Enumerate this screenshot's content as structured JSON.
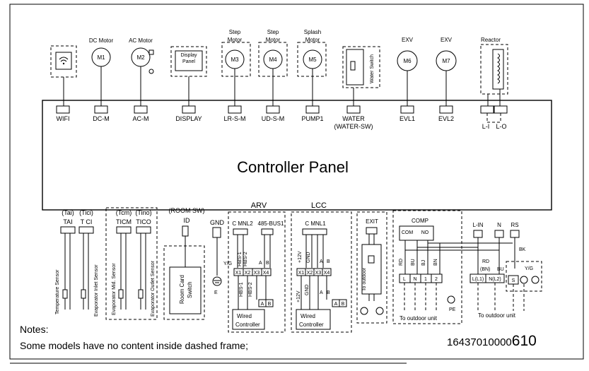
{
  "title": "Controller Panel",
  "notes_title": "Notes:",
  "notes_text": "Some models have no content inside dashed frame;",
  "part_number_prefix": "16437010000",
  "part_number_suffix": "610",
  "top": {
    "dc_motor": "DC Motor",
    "ac_motor": "AC Motor",
    "step_motor_1a": "Step",
    "step_motor_1b": "Motor",
    "step_motor_2a": "Step",
    "step_motor_2b": "Motor",
    "splash_a": "Splash",
    "splash_b": "Motor",
    "exv_1": "EXV",
    "exv_2": "EXV",
    "reactor": "Reactor",
    "display_box_a": "Display",
    "display_box_b": "Panel",
    "water_switch": "Water Switch"
  },
  "motors": {
    "m1": "M1",
    "m2": "M2",
    "m3": "M3",
    "m4": "M4",
    "m5": "M5",
    "m6": "M6",
    "m7": "M7"
  },
  "top_ports": {
    "wifi": "WIFI",
    "dcm": "DC-M",
    "acm": "AC-M",
    "display": "DISPLAY",
    "lrsm": "LR-S-M",
    "udsm": "UD-S-M",
    "pump": "PUMP1",
    "water": "WATER",
    "water2": "(WATER-SW)",
    "evl1": "EVL1",
    "evl2": "EVL2",
    "li": "L-I",
    "lo": "L-O"
  },
  "bottom": {
    "tai_a": "(Tai)",
    "tai_b": "TAI",
    "tici_a": "(Tici)",
    "tici_b": "T CI",
    "tcm_a": "(Tcm)",
    "tcm_b": "TICM",
    "tino_a": "(Tino)",
    "tino_b": "TICO",
    "room_sw_a": "(ROOM SW)",
    "room_sw_b": "ID",
    "gnd": "GND",
    "yg": "Y/G",
    "e": "E",
    "arv": "ARV",
    "lcc": "LCC",
    "arv_cmnl": "C MNL2",
    "arv_485": "485-BUS1",
    "lcc_cmnl": "C MNL1",
    "exit": "EXIT",
    "comp": "COMP",
    "com": "COM",
    "no": "NO",
    "lin": "L-IN",
    "n": "N",
    "rs": "RS",
    "bk": "BK",
    "rd": "RD",
    "rd2": "RD",
    "bu": "BU",
    "bj": "BJ",
    "bn": "BN",
    "bn2": "(BN)",
    "bu2": "BU",
    "yg2": "Y/G",
    "ll1": "L(L1)",
    "nl2": "N(L2)",
    "s": "S",
    "to_outdoor_1": "To outdoor unit",
    "to_outdoor_2": "To outdoor unit",
    "to_outdoor_3": "To outdoor",
    "pe": "PE",
    "temp_sensor": "Temperature Sensor",
    "evap_inlet": "Evaporator Inlet Sensor",
    "evap_mid": "Evaporator Mid. Sensor",
    "evap_outlet": "Evaporator Outlet Sensor",
    "room_card_a": "Room Card",
    "room_card_b": "Switch",
    "wired_a": "Wired",
    "wired_b": "Controller",
    "wired2_a": "Wired",
    "wired2_b": "Controller",
    "hbs1": "HBS-1",
    "hbs2": "HBS-2",
    "a": "A",
    "b": "B",
    "x1": "X1",
    "x2": "X2",
    "x3": "X3",
    "x4": "X4",
    "v12": "+12V",
    "gnd2": "GND",
    "t_l": "L",
    "t_n": "N",
    "t_1": "1",
    "t_2": "2"
  }
}
